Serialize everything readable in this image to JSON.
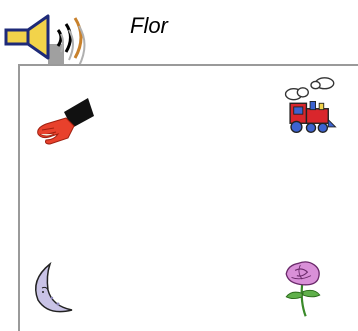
{
  "target_word": "Flor",
  "speaker": {
    "icon": "speaker-icon",
    "color": "#f2d34a"
  },
  "choices": [
    {
      "id": "hand",
      "icon": "hand-icon",
      "color": "#e8412c"
    },
    {
      "id": "train",
      "icon": "train-icon",
      "color": "#d9262c"
    },
    {
      "id": "moon",
      "icon": "moon-icon",
      "color": "#c9c3e6"
    },
    {
      "id": "flower",
      "icon": "flower-icon",
      "color": "#d990d8"
    }
  ]
}
